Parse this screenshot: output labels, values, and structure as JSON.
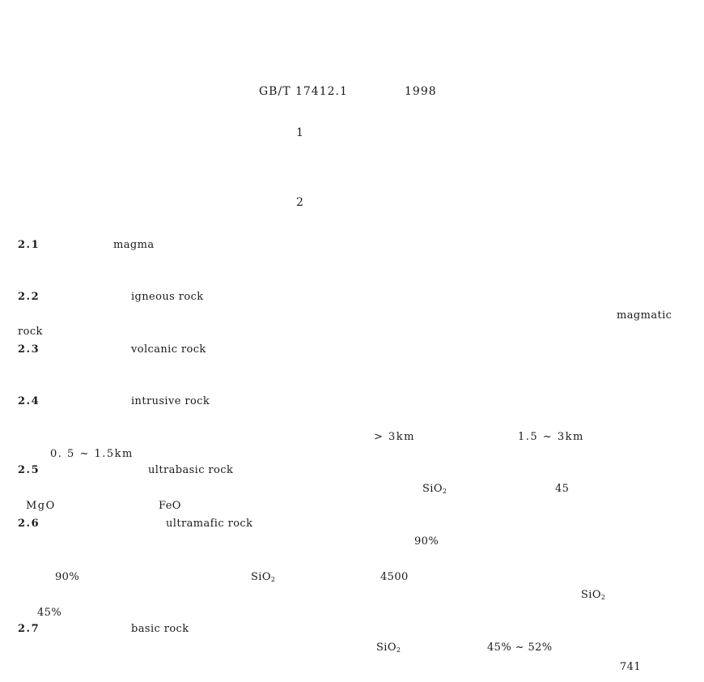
{
  "header": {
    "standard_code": "GB/T 17412.1",
    "year": "1998"
  },
  "sections": {
    "s1": "1",
    "s2": "2"
  },
  "terms": [
    {
      "number": "2.1",
      "english": "magma"
    },
    {
      "number": "2.2",
      "english": "igneous rock",
      "alt_term_part1": "magmatic",
      "alt_term_part2": "rock"
    },
    {
      "number": "2.3",
      "english": "volcanic rock"
    },
    {
      "number": "2.4",
      "english": "intrusive rock",
      "depth_deep": "> 3km",
      "depth_medium": "1.5 ~ 3km",
      "depth_shallow": "0. 5 ~ 1.5km"
    },
    {
      "number": "2.5",
      "english": "ultrabasic rock",
      "silica": "SiO",
      "silica_sub": "2",
      "silica_value": "45",
      "oxide_1": "MgO",
      "oxide_2": "FeO"
    },
    {
      "number": "2.6",
      "english": "ultramafic rock",
      "pct_a": "90%",
      "pct_b": "90%",
      "silica_1": "SiO",
      "silica_1_sub": "2",
      "value_4500": "4500",
      "silica_2": "SiO",
      "silica_2_sub": "2",
      "pct_c": "45%"
    },
    {
      "number": "2.7",
      "english": "basic rock",
      "silica": "SiO",
      "silica_sub": "2",
      "silica_range": "45% ~ 52%"
    }
  ],
  "page_number": "741"
}
